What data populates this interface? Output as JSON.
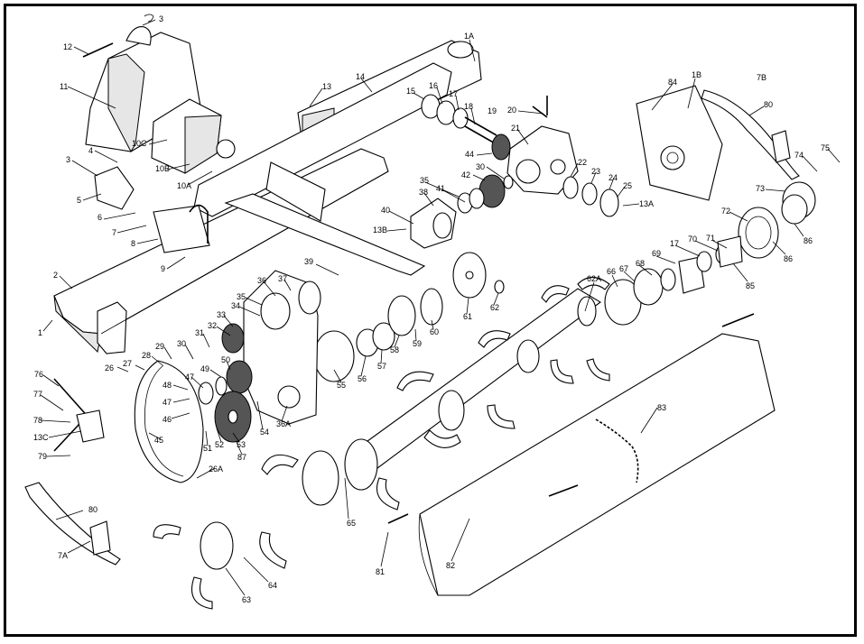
{
  "diagram": {
    "labels": [
      "3",
      "12",
      "11",
      "1A",
      "14",
      "13",
      "15",
      "16",
      "17",
      "18",
      "19",
      "20",
      "21",
      "84",
      "1B",
      "7B",
      "80",
      "10C",
      "10B",
      "10A",
      "4",
      "3",
      "5",
      "6",
      "7",
      "8",
      "9",
      "44",
      "42",
      "30",
      "22",
      "23",
      "24",
      "25",
      "13A",
      "35",
      "41",
      "38",
      "40",
      "13B",
      "74",
      "75",
      "73",
      "72",
      "86",
      "86",
      "2",
      "39",
      "37",
      "36",
      "35",
      "34",
      "33",
      "32",
      "31",
      "30",
      "28",
      "29",
      "27",
      "26",
      "76",
      "77",
      "78",
      "13C",
      "79",
      "80",
      "7A",
      "48",
      "47",
      "47",
      "46",
      "45",
      "49",
      "50",
      "51",
      "52",
      "53",
      "87",
      "54",
      "36A",
      "26A",
      "55",
      "56",
      "57",
      "58",
      "59",
      "60",
      "61",
      "62",
      "62A",
      "66",
      "67",
      "68",
      "69",
      "17",
      "70",
      "71",
      "85",
      "83",
      "63",
      "64",
      "65",
      "81",
      "82",
      "1"
    ]
  }
}
